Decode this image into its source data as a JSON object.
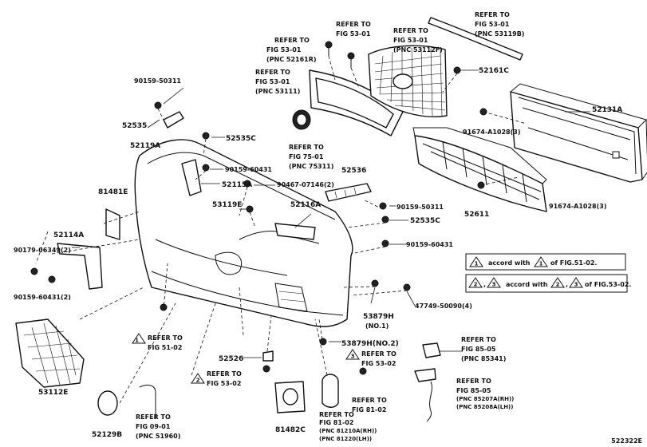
{
  "diagram_id": "522322E",
  "labels": {
    "refer_53119b": [
      "REFER TO",
      "FIG 53-01",
      "(PNC 53119B)"
    ],
    "refer_53112f": [
      "REFER TO",
      "FIG 53-01",
      "(PNC 53112F)"
    ],
    "refer_top_fig5301": [
      "REFER TO",
      "FIG 53-01"
    ],
    "refer_52161r": [
      "REFER TO",
      "FIG 53-01",
      "(PNC 52161R)"
    ],
    "refer_53111": [
      "REFER TO",
      "FIG 53-01",
      "(PNC 53111)"
    ],
    "refer_75311": [
      "REFER TO",
      "FIG 75-01",
      "(PNC 75311)"
    ],
    "p52161c": "52161C",
    "p52131a": "52131A",
    "p91674_a": "91674-A1028(3)",
    "p91674_b": "91674-A1028(3)",
    "p90159_50311_a": "90159-50311",
    "p52535": "52535",
    "p52535c_a": "52535C",
    "p52119a": "52119A",
    "p90159_60431_a": "90159-60431",
    "p52115a": "52115A",
    "p90467": "90467-07146(2)",
    "p52536": "52536",
    "p81481e": "81481E",
    "p53119e": "53119E",
    "p52116a": "52116A",
    "p90159_50311_b": "90159-50311",
    "p52535c_b": "52535C",
    "p52611": "52611",
    "p52114a": "52114A",
    "p90179": "90179-06349(2)",
    "p90159_60431_b": "90159-60431",
    "p90159_60431_2": "90159-60431(2)",
    "p47749": "47749-50090(4)",
    "p53879h_1": "53879H",
    "p53879h_1_no": "(NO.1)",
    "p53879h_2": "53879H(NO.2)",
    "p52526": "52526",
    "p53112e": "53112E",
    "p52129b": "52129B",
    "p81482c": "81482C",
    "refer_fig5102": [
      "REFER TO",
      "FIG 51-02"
    ],
    "refer_fig5302_left": [
      "REFER TO",
      "FIG 53-02"
    ],
    "refer_fig5302_right": [
      "REFER TO",
      "FIG 53-02"
    ],
    "refer_fig0901": [
      "REFER TO",
      "FIG 09-01",
      "(PNC 51960)"
    ],
    "refer_fig8102_small": [
      "REFER TO",
      "FIG 81-02"
    ],
    "refer_fig8102": [
      "REFER TO",
      "FIG 81-02",
      "(PNC 81210A(RH))",
      "(PNC 81220(LH))"
    ],
    "refer_fig8505_a": [
      "REFER TO",
      "FIG 85-05",
      "(PNC 85341)"
    ],
    "refer_fig8505_b": [
      "REFER TO",
      "FIG 85-05",
      "(PNC 85207A(RH))",
      "(PNC 85208A(LH))"
    ]
  },
  "notes": {
    "note1": {
      "m1": "1",
      "accord": "accord with",
      "m2": "1",
      "ref": "of FIG.51-02."
    },
    "note2": {
      "m1": "2",
      "sep": ",",
      "m2": "3",
      "accord": "accord with",
      "m3": "2",
      "sep2": ",",
      "m4": "3",
      "ref": "of FIG.53-02."
    }
  },
  "markers": {
    "tri1": "1",
    "tri2": "2",
    "tri3": "3"
  }
}
